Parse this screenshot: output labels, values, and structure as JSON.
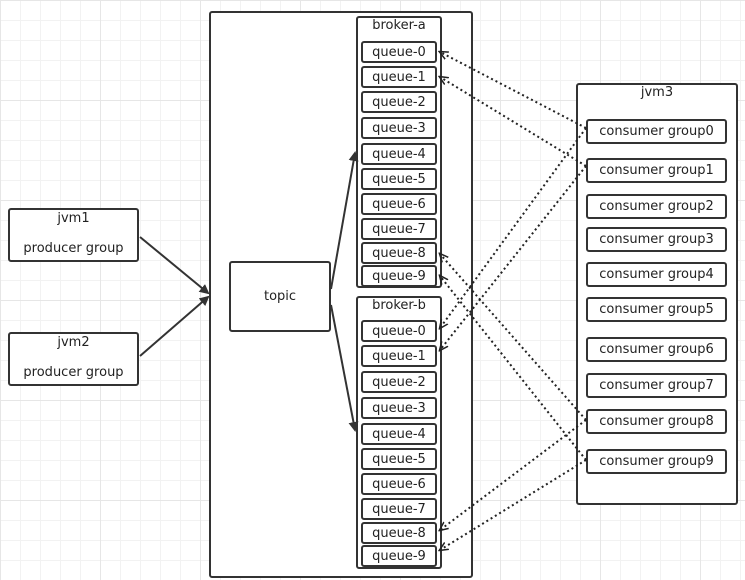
{
  "producers": [
    {
      "jvm": "jvm1",
      "group": "producer group"
    },
    {
      "jvm": "jvm2",
      "group": "producer group"
    }
  ],
  "topic": "topic",
  "brokers": [
    {
      "name": "broker-a",
      "queues": [
        "queue-0",
        "queue-1",
        "queue-2",
        "queue-3",
        "queue-4",
        "queue-5",
        "queue-6",
        "queue-7",
        "queue-8",
        "queue-9"
      ]
    },
    {
      "name": "broker-b",
      "queues": [
        "queue-0",
        "queue-1",
        "queue-2",
        "queue-3",
        "queue-4",
        "queue-5",
        "queue-6",
        "queue-7",
        "queue-8",
        "queue-9"
      ]
    }
  ],
  "consumer_host": "jvm3",
  "consumer_groups": [
    "consumer group0",
    "consumer group1",
    "consumer group2",
    "consumer group3",
    "consumer group4",
    "consumer group5",
    "consumer group6",
    "consumer group7",
    "consumer group8",
    "consumer group9"
  ]
}
